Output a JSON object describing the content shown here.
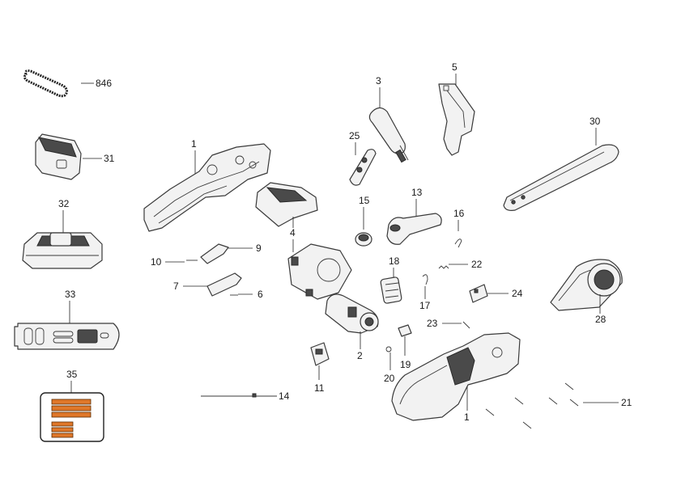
{
  "diagram": {
    "labels": [
      {
        "id": "846",
        "text": "846"
      },
      {
        "id": "31",
        "text": "31"
      },
      {
        "id": "32",
        "text": "32"
      },
      {
        "id": "33",
        "text": "33"
      },
      {
        "id": "35",
        "text": "35"
      },
      {
        "id": "1a",
        "text": "1"
      },
      {
        "id": "1b",
        "text": "1"
      },
      {
        "id": "2",
        "text": "2"
      },
      {
        "id": "3",
        "text": "3"
      },
      {
        "id": "4",
        "text": "4"
      },
      {
        "id": "5",
        "text": "5"
      },
      {
        "id": "6",
        "text": "6"
      },
      {
        "id": "7",
        "text": "7"
      },
      {
        "id": "9",
        "text": "9"
      },
      {
        "id": "10",
        "text": "10"
      },
      {
        "id": "11",
        "text": "11"
      },
      {
        "id": "13",
        "text": "13"
      },
      {
        "id": "14",
        "text": "14"
      },
      {
        "id": "15",
        "text": "15"
      },
      {
        "id": "16",
        "text": "16"
      },
      {
        "id": "17",
        "text": "17"
      },
      {
        "id": "18",
        "text": "18"
      },
      {
        "id": "19",
        "text": "19"
      },
      {
        "id": "20",
        "text": "20"
      },
      {
        "id": "21",
        "text": "21"
      },
      {
        "id": "22",
        "text": "22"
      },
      {
        "id": "23",
        "text": "23"
      },
      {
        "id": "24",
        "text": "24"
      },
      {
        "id": "25",
        "text": "25"
      },
      {
        "id": "28",
        "text": "28"
      },
      {
        "id": "30",
        "text": "30"
      }
    ],
    "colors": {
      "stroke": "#3a3a3a",
      "fill": "#f2f2f2",
      "accent": "#e0782a"
    }
  }
}
